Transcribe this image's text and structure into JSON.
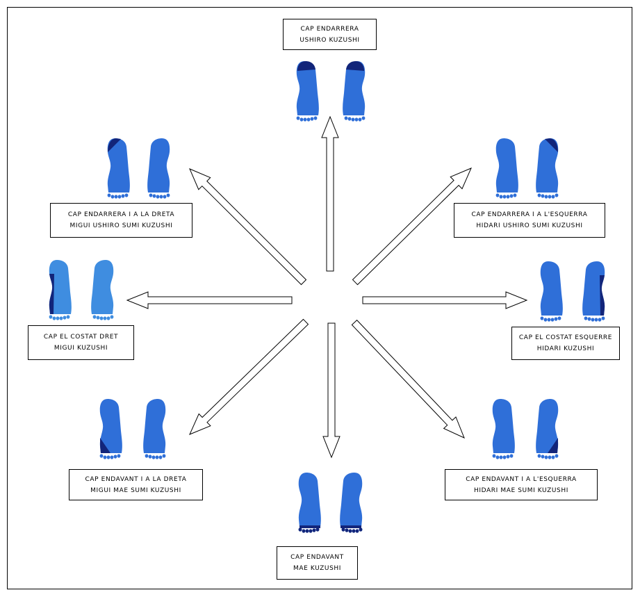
{
  "labels": {
    "back": {
      "line1": "CAP ENDARRERA",
      "line2": "USHIRO  KUZUSHI"
    },
    "back_right": {
      "line1": "CAP  ENDARRERA  I A LA DRETA",
      "line2": "MIGUI  USHIRO SUMI KUZUSHI"
    },
    "back_left": {
      "line1": "CAP  ENDARRERA  I  A L'ESQUERRA",
      "line2": "HIDARI  USHIRO SUMI KUZUSHI"
    },
    "right": {
      "line1": "CAP EL COSTAT DRET",
      "line2": "MIGUI  KUZUSHI"
    },
    "left": {
      "line1": "CAP EL COSTAT  ESQUERRE",
      "line2": "HIDARI  KUZUSHI"
    },
    "front_right": {
      "line1": "CAP ENDAVANT  I A LA DRETA",
      "line2": "MIGUI MAE SUMI KUZUSHI"
    },
    "front_left": {
      "line1": "CAP ENDAVANT I  A  L'ESQUERRA",
      "line2": "HIDARI  MAE SUMI KUZUSHI"
    },
    "front": {
      "line1": "CAP ENDAVANT",
      "line2": "MAE  KUZUSHI"
    }
  },
  "colors": {
    "foot_fill": "#2f6fd8",
    "foot_fill_light": "#3f8de0",
    "foot_highlight": "#12257a",
    "arrow_fill": "#ffffff",
    "arrow_stroke": "#000000"
  }
}
